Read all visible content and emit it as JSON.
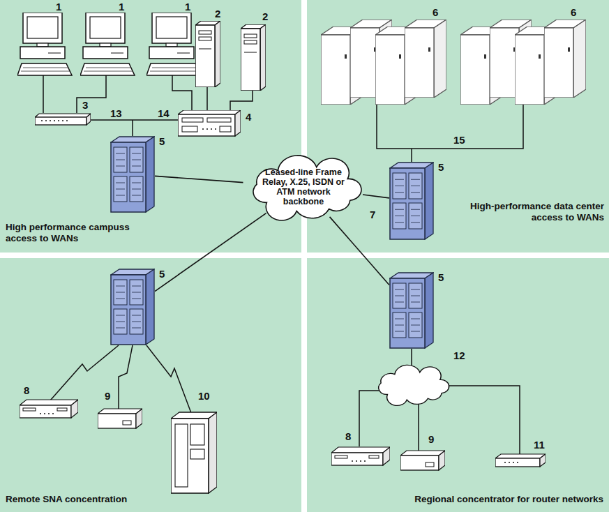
{
  "diagram": {
    "nodes": [
      {
        "text": [
          "High performance campuss access to WANs"
        ]
      },
      {
        "text": [
          "5"
        ],
        "in": 0
      },
      {
        "text": [
          "High-performance data center access to WANs"
        ]
      },
      {
        "text": [
          "5"
        ],
        "in": 2
      },
      {
        "text": [
          "Leased-line Frame Relay, X.25, ISDN or ATM network backbone"
        ]
      },
      {
        "text": [
          "Remote SNA concentration"
        ]
      },
      {
        "text": [
          "5"
        ],
        "in": 5
      },
      {
        "text": [
          "Regional concentrator for router networks"
        ]
      },
      {
        "text": [
          "5"
        ],
        "in": 7
      }
    ],
    "edges": [
      {
        "from": 1,
        "to": 4,
        "arrow": "none"
      },
      {
        "from": 3,
        "to": 4,
        "arrow": "none"
      },
      {
        "from": 6,
        "to": 4,
        "arrow": "none"
      },
      {
        "from": 8,
        "to": 4,
        "arrow": "none"
      }
    ],
    "labels": [
      "1",
      "1",
      "1",
      "2",
      "2",
      "3",
      "13",
      "14",
      "4",
      "6",
      "6",
      "15",
      "7",
      "8",
      "9",
      "10",
      "12",
      "8",
      "9",
      "11"
    ]
  }
}
